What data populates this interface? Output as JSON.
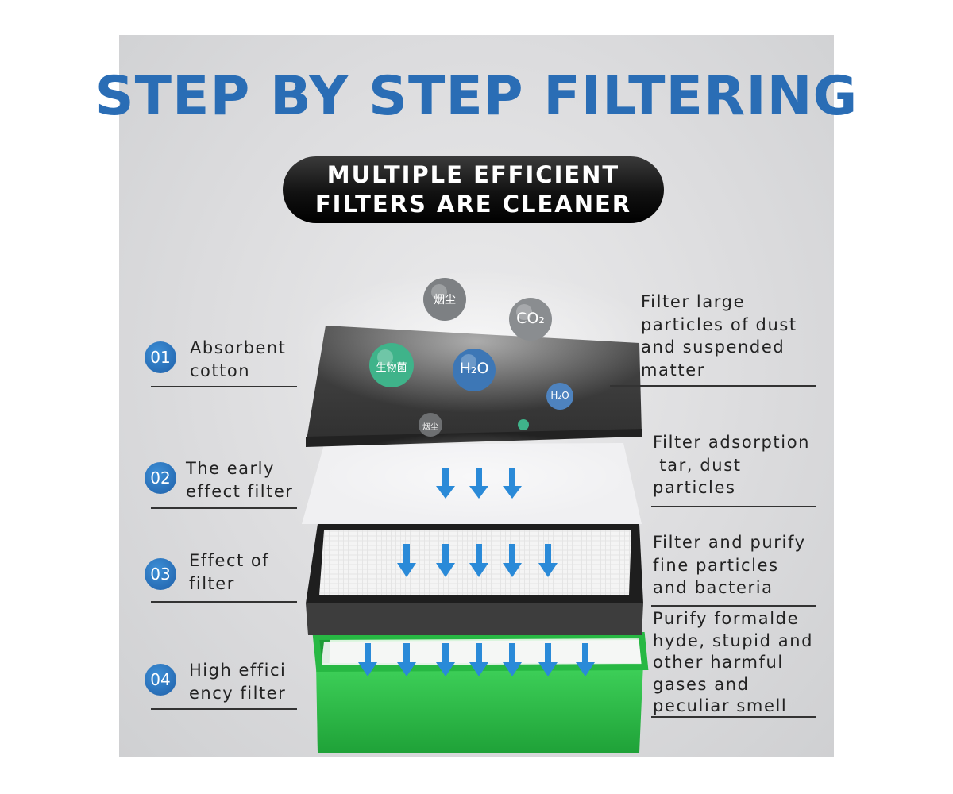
{
  "title": "STEP BY STEP FILTERING",
  "badge": {
    "line1": "MULTIPLE EFFICIENT",
    "line2": "FILTERS ARE CLEANER"
  },
  "layers": [
    {
      "number": "01",
      "label": [
        "Absorbent",
        "cotton"
      ],
      "description": [
        "Filter large",
        "particles of dust",
        "and suspended",
        "matter"
      ]
    },
    {
      "number": "02",
      "label": [
        "The early",
        "effect filter"
      ],
      "description": [
        "Filter adsorption",
        " tar, dust",
        "particles"
      ]
    },
    {
      "number": "03",
      "label": [
        "Effect of",
        "filter"
      ],
      "description": [
        "Filter and purify",
        "fine particles",
        "and bacteria"
      ]
    },
    {
      "number": "04",
      "label": [
        "High effici",
        "ency filter"
      ],
      "description": [
        "Purify formalde",
        "hyde, stupid and",
        "other harmful",
        "gases and",
        "peculiar smell"
      ]
    }
  ],
  "molecules": [
    "烟尘",
    "CO₂",
    "生物菌",
    "H₂O",
    "H₂O",
    "烟尘"
  ],
  "colors": {
    "title": "#2a6db5",
    "number_badge": "#1f5fa8",
    "arrow": "#2a8ad8",
    "hepa_frame": "#2ec44a",
    "foam": "#3a3a3a"
  }
}
